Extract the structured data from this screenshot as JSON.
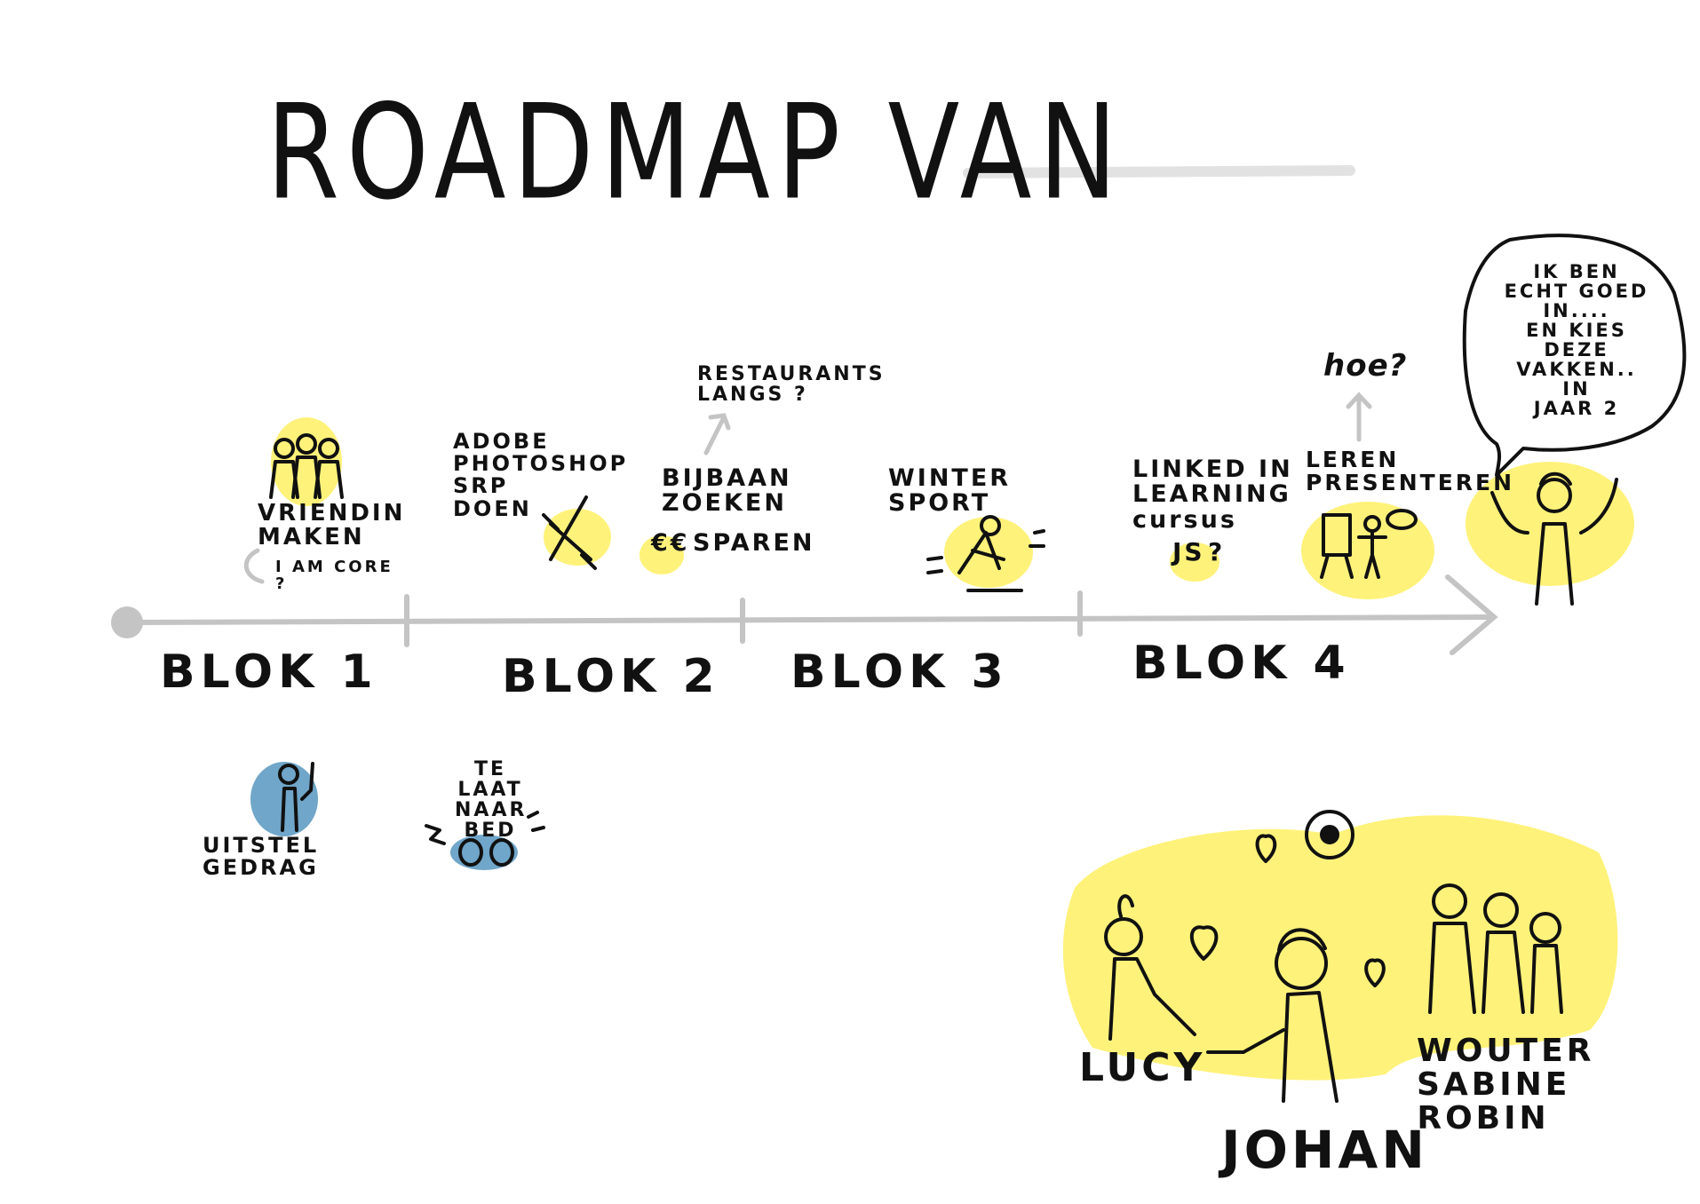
{
  "title": "ROADMAP VAN",
  "colors": {
    "highlight": "#fff27a",
    "blue": "#6fa6c9",
    "ink": "#111111",
    "line": "#c4c4c4"
  },
  "timeline": {
    "blocks": [
      "BLOK 1",
      "BLOK 2",
      "BLOK 3",
      "BLOK 4"
    ]
  },
  "notes": {
    "vrienden": "VRIENDIN\nMAKEN",
    "iamcore": "I AM CORE\n?",
    "photoshop": "ADOBE\nPHOTOSHOP\nSRP\nDOEN",
    "restaurants": "RESTAURANTS\nLANGS ?",
    "bijbaan": "BIJBAAN\nZOEKEN",
    "euro": "€€",
    "sparen": "SPAREN",
    "winter": "WINTER\nSPORT",
    "linkedin": "LINKED IN\nLEARNING\ncursus",
    "js": "JS",
    "js_q": "?",
    "hoe": "hoe?",
    "presenteren": "LEREN\nPRESENTEREN",
    "speech": "IK BEN\nECHT GOED\nIN....\nEN KIES DEZE\nVAKKEN.. IN\nJAAR 2",
    "uitstel": "UITSTEL\nGEDRAG",
    "telaat": "TE LAAT\nNAAR\nBED"
  },
  "names": {
    "lucy": "LUCY",
    "johan": "JOHAN",
    "group": "WOUTER\nSABINE\nROBIN"
  }
}
